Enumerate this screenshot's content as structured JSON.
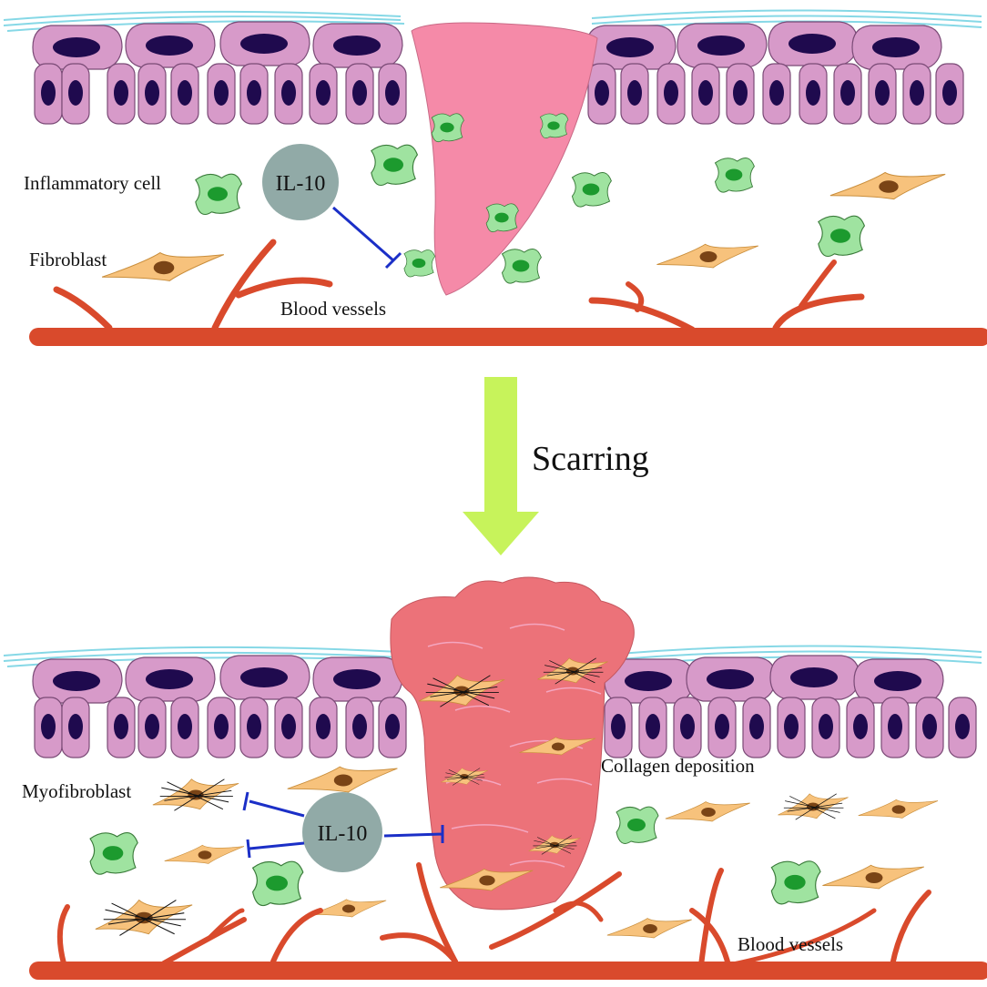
{
  "top_panel": {
    "labels": {
      "inflammatory_cell": "Inflammatory cell",
      "fibroblast": "Fibroblast",
      "blood_vessels": "Blood vessels",
      "il10": "IL-10"
    }
  },
  "transition": {
    "label": "Scarring"
  },
  "bottom_panel": {
    "labels": {
      "myofibroblast": "Myofibroblast",
      "collagen": "Collagen deposition",
      "blood_vessels": "Blood vessels",
      "il10": "IL-10"
    }
  },
  "colors": {
    "epidermis_cell": "#d79ac9",
    "nucleus": "#1f0a4e",
    "stratum_corneum": "#86d8e6",
    "wound": "#f58aa8",
    "scar": "#ec7279",
    "inflammatory_cell": "#9fe3a0",
    "inflammatory_nucleus": "#1c9a2e",
    "fibroblast": "#f7c27c",
    "fibroblast_nucleus": "#7a4416",
    "vessel": "#d94a2c",
    "il10": "#91aaa7",
    "inhibition": "#1b2fc7",
    "arrow": "#c7f35b"
  }
}
